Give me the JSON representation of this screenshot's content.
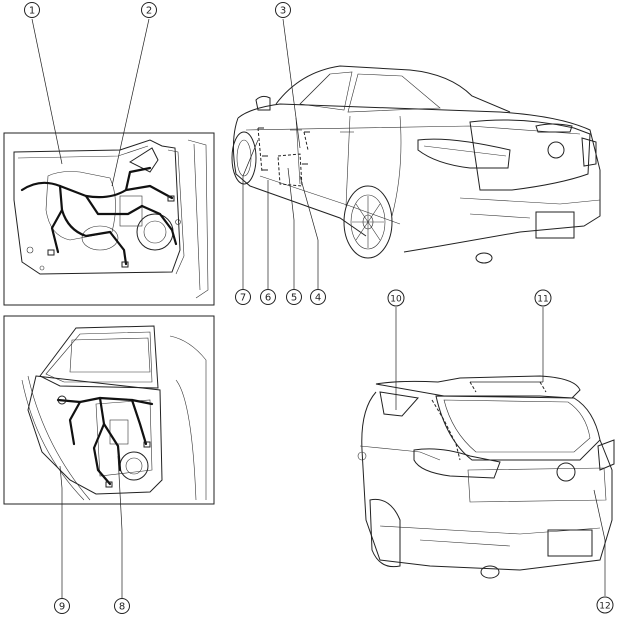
{
  "callouts": [
    {
      "id": 1,
      "label": "1"
    },
    {
      "id": 2,
      "label": "2"
    },
    {
      "id": 3,
      "label": "3"
    },
    {
      "id": 4,
      "label": "4"
    },
    {
      "id": 5,
      "label": "5"
    },
    {
      "id": 6,
      "label": "6"
    },
    {
      "id": 7,
      "label": "7"
    },
    {
      "id": 8,
      "label": "8"
    },
    {
      "id": 9,
      "label": "9"
    },
    {
      "id": 10,
      "label": "10"
    },
    {
      "id": 11,
      "label": "11"
    },
    {
      "id": 12,
      "label": "12"
    }
  ],
  "colors": {
    "line": "#222222",
    "background": "#ffffff",
    "harness": "#111111"
  }
}
